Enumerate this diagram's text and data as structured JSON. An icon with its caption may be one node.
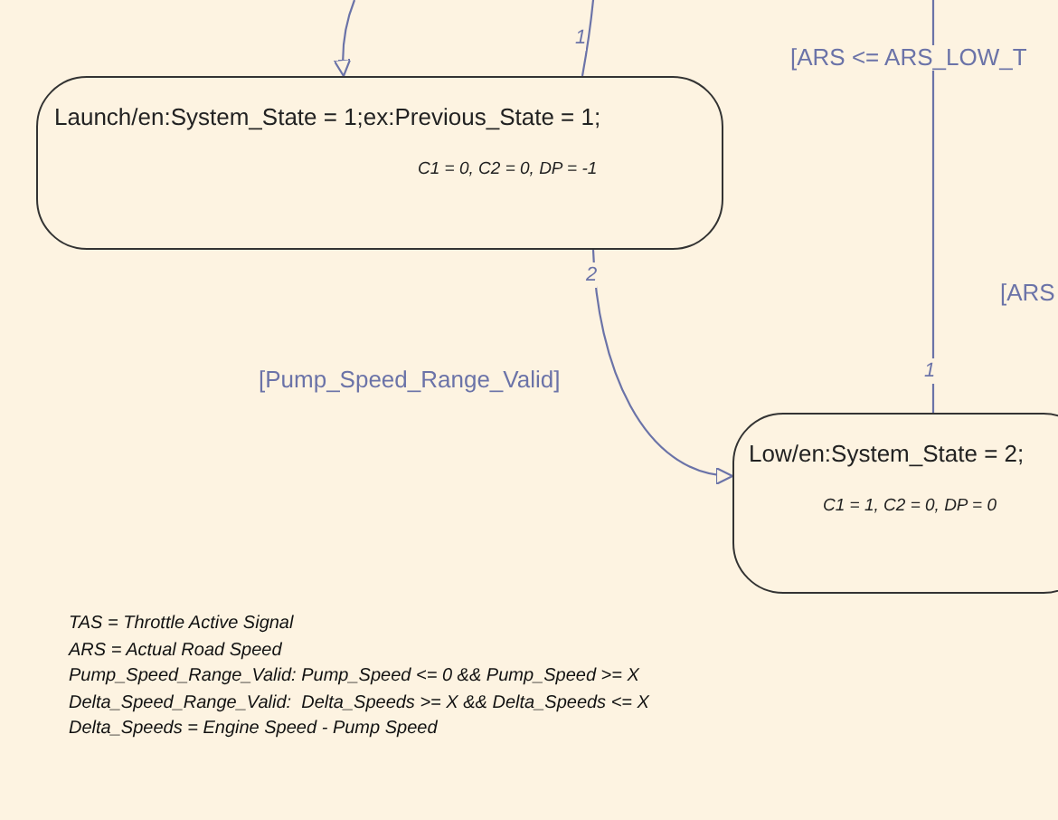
{
  "diagram": {
    "nodes": [
      {
        "text": [
          "Launch/en:System_State = 1;ex:Previous_State = 1;",
          "C1 = 0, C2 = 0, DP = -1"
        ]
      },
      {
        "text": [
          "Low/en:System_State = 2;",
          "C1 = 1, C2 = 0, DP = 0"
        ]
      }
    ],
    "edges": [
      {
        "from": null,
        "to": 0,
        "arrow": "to"
      },
      {
        "from": 0,
        "to": null,
        "arrow": "none",
        "label": "1"
      },
      {
        "from": 0,
        "to": 1,
        "arrow": "to",
        "label": "[Pump_Speed_Range_Valid]"
      },
      {
        "from": null,
        "to": 1,
        "arrow": "none",
        "label": "1"
      }
    ],
    "labels": [
      "2",
      "[ARS <= ARS_LOW_T",
      "[ARS",
      "TAS = Throttle Active Signal",
      "ARS = Actual Road Speed",
      "Pump_Speed_Range_Valid: Pump_Speed <= 0 && Pump_Speed >= X",
      "Delta_Speed_Range_Valid:  Delta_Speeds >= X && Delta_Speeds <= X",
      "Delta_Speeds = Engine Speed - Pump Speed"
    ]
  }
}
